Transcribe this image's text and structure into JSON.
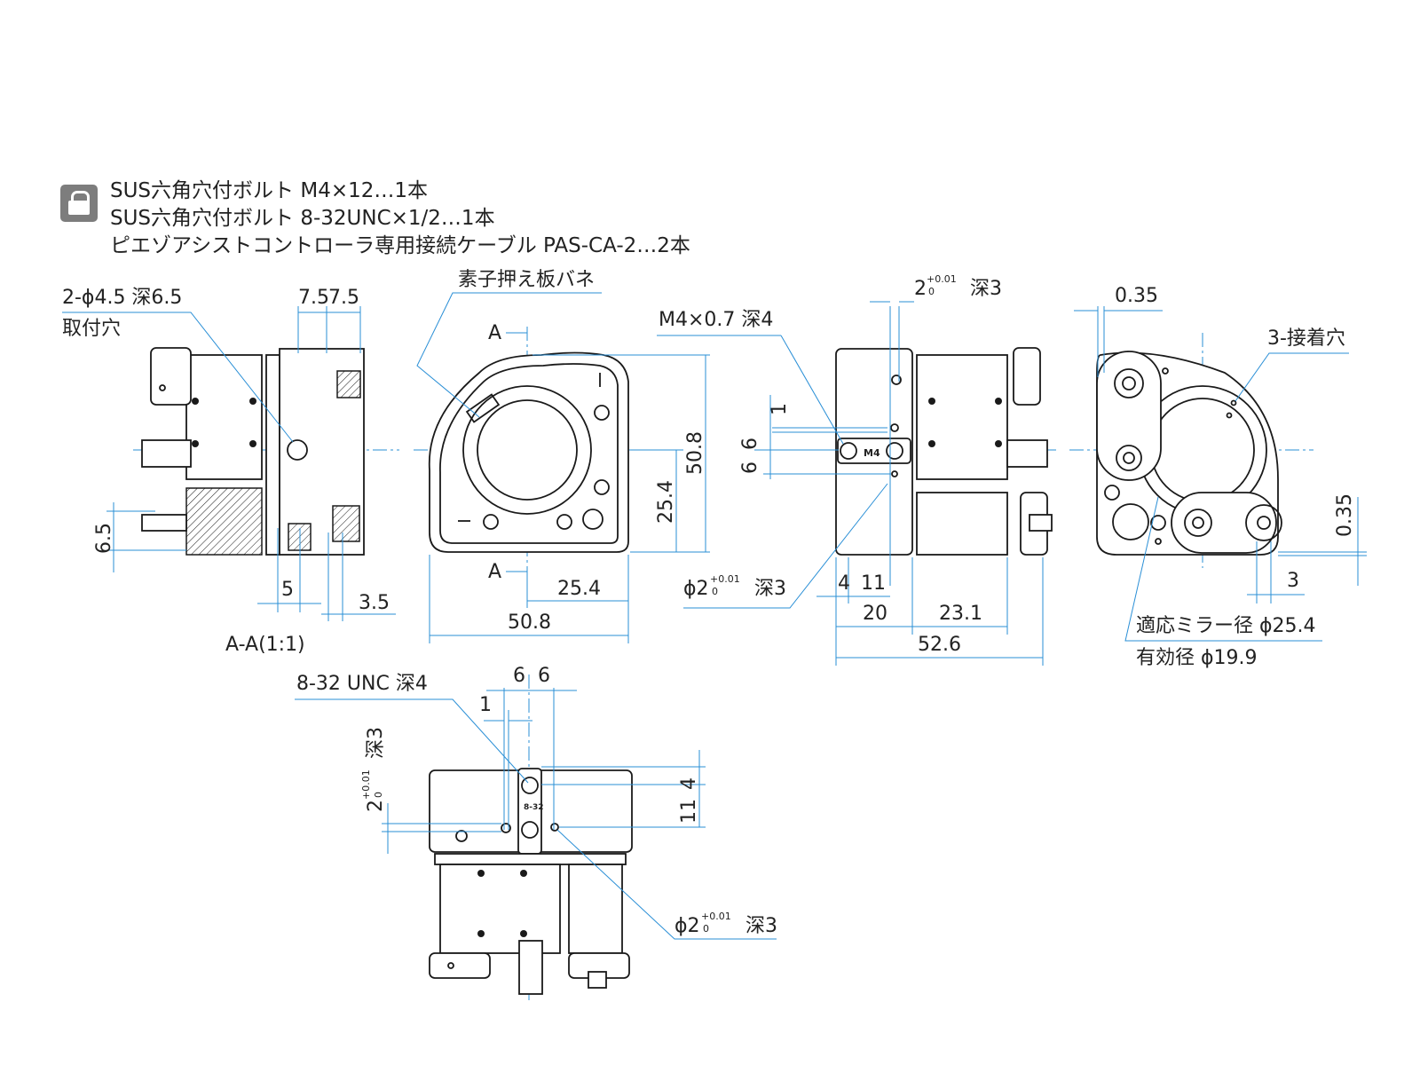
{
  "accessories": {
    "items": [
      "SUS六角穴付ボルト M4×12…1本",
      "SUS六角穴付ボルト 8-32UNC×1/2…1本",
      "ピエゾアシストコントローラ専用接続ケーブル PAS-CA-2…2本"
    ]
  },
  "side_section": {
    "callout_holes": "2-ϕ4.5 深6.5",
    "callout_holes_sub": "取付穴",
    "dim_top_a": "7.5",
    "dim_top_b": "7.5",
    "dim_left_height": "6.5",
    "dim_bottom_a": "5",
    "dim_bottom_b": "3.5",
    "section_caption": "A-A(1:1)"
  },
  "front_view": {
    "callout_spring": "素子押え板バネ",
    "section_mark_top": "A",
    "section_mark_bottom": "A",
    "dim_height_total": "50.8",
    "dim_height_half": "25.4",
    "dim_width_half": "25.4",
    "dim_width_total": "50.8"
  },
  "right_side_view": {
    "dim_top_pin": "2",
    "dim_top_pin_tol_plus": "+0.01",
    "dim_top_pin_tol_minus": "0",
    "dim_top_pin_suffix": "深3",
    "callout_thread": "M4×0.7 深4",
    "dim_left_1": "1",
    "dim_left_6a": "6",
    "dim_left_6b": "6",
    "engrave_label": "M4",
    "callout_pin_prefix": "ϕ2",
    "callout_pin_tol_plus": "+0.01",
    "callout_pin_tol_minus": "0",
    "callout_pin_suffix": "深3",
    "dim_4": "4",
    "dim_11": "11",
    "dim_20": "20",
    "dim_23_1": "23.1",
    "dim_52_6": "52.6"
  },
  "rear_view": {
    "dim_top": "0.35",
    "callout_adhesive": "3-接着穴",
    "dim_right": "0.35",
    "dim_bottom": "3",
    "mirror_diameter": "適応ミラー径 ϕ25.4",
    "effective_diameter": "有効径 ϕ19.9"
  },
  "bottom_view": {
    "callout_thread": "8-32 UNC 深4",
    "dim_top_6a": "6",
    "dim_top_6b": "6",
    "dim_top_1": "1",
    "dim_left_pin": "2",
    "dim_left_pin_tol_plus": "+0.01",
    "dim_left_pin_tol_minus": "0",
    "dim_left_pin_suffix": "深3",
    "dim_right_4": "4",
    "dim_right_11": "11",
    "engrave_label": "8-32",
    "callout_pin_prefix": "ϕ2",
    "callout_pin_tol_plus": "+0.01",
    "callout_pin_tol_minus": "0",
    "callout_pin_suffix": "深3"
  },
  "colors": {
    "dimension_line": "#2a8fd6",
    "outline": "#1a1a1a",
    "icon_gray": "#7d7d7d"
  }
}
